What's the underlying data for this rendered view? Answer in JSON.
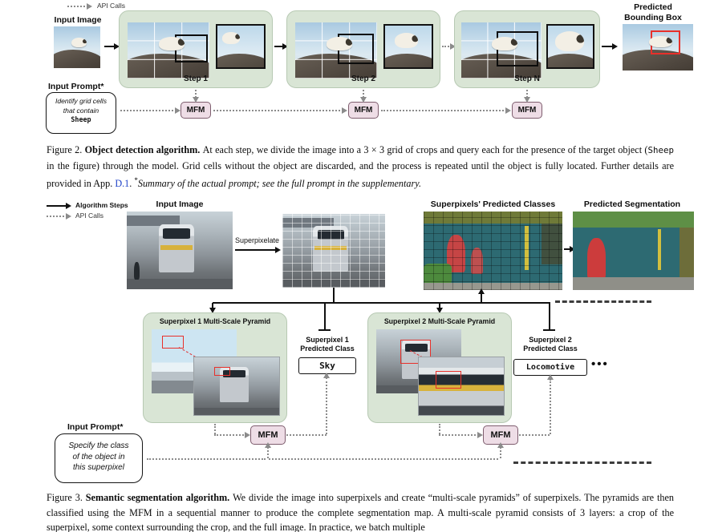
{
  "common": {
    "mfm_label": "MFM"
  },
  "fig2": {
    "legend": {
      "api_calls": "API Calls"
    },
    "input_image_label": "Input Image",
    "steps": [
      {
        "label": "Step 1"
      },
      {
        "label": "Step 2"
      },
      {
        "label": "Step N"
      }
    ],
    "predicted": {
      "line1": "Predicted",
      "line2": "Bounding Box"
    },
    "input_prompt_label": "Input Prompt*",
    "prompt": {
      "line1": "Identify grid cells",
      "line2": "that contain",
      "target": "Sheep"
    },
    "caption": {
      "fig": "Figure 2. ",
      "bold": "Object detection algorithm. ",
      "t1": "At each step, we divide the image into a 3 × 3 grid of crops and query each for the presence of the target object (",
      "code": "Sheep",
      "t2": " in the figure) through the model. Grid cells without the object are discarded, and the process is repeated until the object is fully located. Further details are provided in App. ",
      "link": "D.1",
      "t3": ". ",
      "star": "*",
      "italic": "Summary of the actual prompt; see the full prompt in the supplementary."
    }
  },
  "fig3": {
    "legend": {
      "algorithm_steps": "Algorithm Steps",
      "api_calls": "API Calls"
    },
    "input_image_label": "Input Image",
    "superpixelate_label": "Superpixelate",
    "classes_label": "Superpixels' Predicted Classes",
    "segmentation_label": "Predicted Segmentation",
    "pyramids": [
      {
        "title": "Superpixel 1 Multi-Scale Pyramid",
        "class_line1": "Superpixel 1",
        "class_line2": "Predicted Class",
        "class_value": "Sky"
      },
      {
        "title": "Superpixel 2 Multi-Scale Pyramid",
        "class_line1": "Superpixel 2",
        "class_line2": "Predicted Class",
        "class_value": "Locomotive"
      }
    ],
    "ellipsis": "•••",
    "input_prompt_label": "Input Prompt*",
    "prompt": {
      "line1": "Specify the class",
      "line2": "of the object in",
      "line3": "this superpixel"
    },
    "caption": {
      "fig": "Figure 3. ",
      "bold": "Semantic segmentation algorithm. ",
      "t1": "We divide the image into superpixels and create “multi-scale pyramids” of superpixels. The pyramids are then classified using the MFM in a sequential manner to produce the complete segmentation map. A multi-scale pyramid consists of 3 layers: a crop of the superpixel, some context surrounding the crop, and the full image. In practice, we batch multiple"
    }
  },
  "colors": {
    "step_box_green": "#d9e5d5",
    "mfm_pink": "#eedde6",
    "bbox_red": "#e8302a",
    "link_blue": "#2145c9"
  }
}
